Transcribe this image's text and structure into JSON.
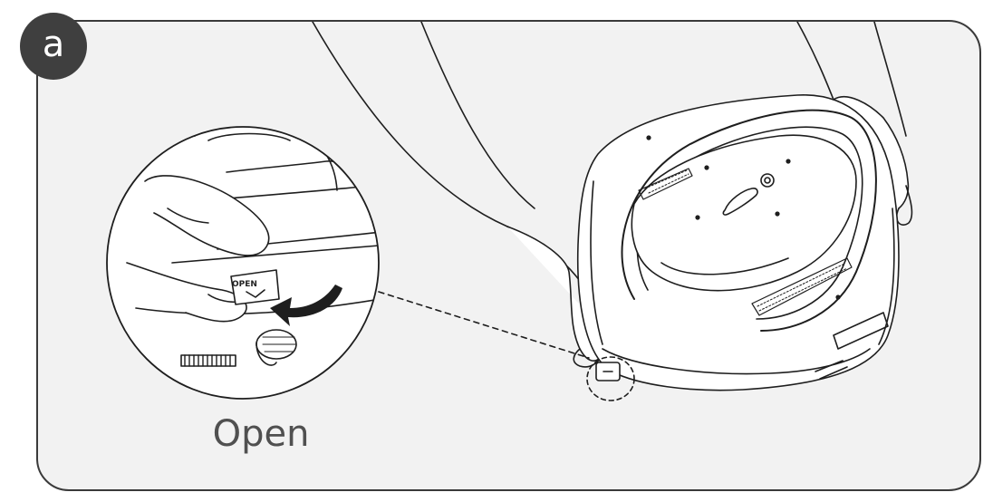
{
  "step": {
    "badge_label": "a",
    "caption": "Open"
  },
  "detail": {
    "tag_label": "OPEN"
  },
  "colors": {
    "panel_bg": "#f2f2f2",
    "badge_bg": "#3f3f3f",
    "line": "#1e1e1e"
  }
}
